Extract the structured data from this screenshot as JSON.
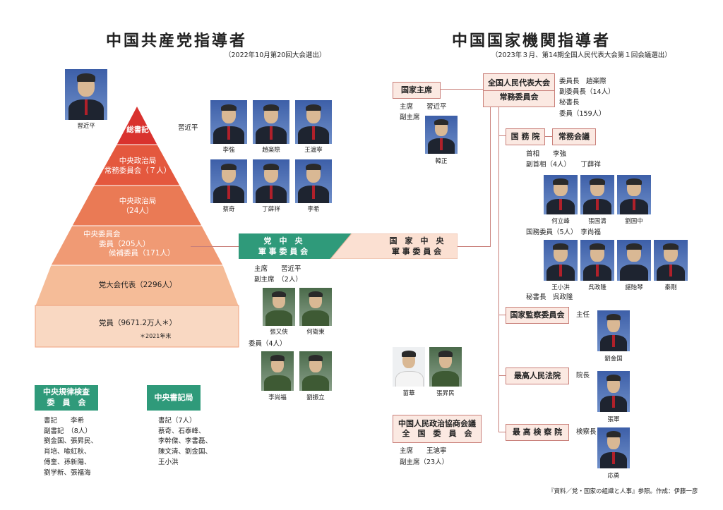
{
  "left": {
    "title": "中国共産党指導者",
    "subtitle": "（2022年10月第20回大会選出）",
    "xi_caption": "習近平",
    "pyramid": {
      "l1": "総書記",
      "l1_name": "習近平",
      "l2a": "中央政治局",
      "l2b": "常務委員会（７人）",
      "l3a": "中央政治局",
      "l3b": "（24人）",
      "l4a": "中央委員会",
      "l4b": "委員（205人）",
      "l4c": "候補委員（171人）",
      "l5": "党大会代表（2296人）",
      "l6": "党員（9671.2万人＊）",
      "l6_note": "＊2021年末"
    },
    "psc": [
      "李強",
      "趙楽際",
      "王滬寧",
      "蔡奇",
      "丁薛祥",
      "李希"
    ],
    "cmc": {
      "label1": "党　中　央",
      "label2": "軍 事 委 員 会",
      "chair_label": "主席",
      "chair": "習近平",
      "vice_label": "副主席",
      "vice_count": "（2人）",
      "vice": [
        "張又俠",
        "何衛東"
      ],
      "members_label": "委員",
      "members_count": "（4人）",
      "members": [
        "李尚福",
        "劉振立"
      ]
    },
    "discipline": {
      "label1": "中央規律検査",
      "label2": "委　員　会",
      "lines": [
        "書記　　李希",
        "副書記　（8人）",
        "劉金国、張昇民、",
        "肖培、喩紅秋、",
        "傅奎、孫新陽、",
        "劉学新、張福海"
      ]
    },
    "secretariat": {
      "label": "中央書記局",
      "lines": [
        "書記（7人）",
        "蔡奇、石泰峰、",
        "李幹傑、李書磊、",
        "陳文清、劉金国、",
        "王小洪"
      ]
    }
  },
  "right": {
    "title": "中国国家機関指導者",
    "subtitle": "（2023年３月、第14期全国人民代表大会第１回会議選出）",
    "president": {
      "label": "国家主席",
      "chair_label": "主席",
      "chair": "習近平",
      "vice_label": "副主席",
      "vice_name": "韓正"
    },
    "npc": {
      "label1": "全国人民代表大会",
      "label2": "常務委員会",
      "lines": [
        "委員長　趙楽際",
        "副委員長（14人）",
        "秘書長",
        "委員（159人）"
      ]
    },
    "state_council": {
      "label1": "国 務 院",
      "label2": "常務会議",
      "premier_label": "首相",
      "premier": "李強",
      "vice_label": "副首相（4人）",
      "vice_extra": "丁薛祥",
      "vice": [
        "何立峰",
        "張国清",
        "劉国中"
      ],
      "councilors_label": "国務委員（5人）",
      "councilors_extra": "李尚福",
      "councilors": [
        "王小洪",
        "呉政隆",
        "諶貽琴",
        "秦剛"
      ],
      "secgen": "秘書長　呉政隆"
    },
    "state_cmc": {
      "label1": "国　家　中　央",
      "label2": "軍 事 委 員 会"
    },
    "military_pair": [
      "苗華",
      "張昇民"
    ],
    "supervision": {
      "label": "国家監察委員会",
      "title": "主任",
      "name": "劉金国"
    },
    "court": {
      "label": "最高人民法院",
      "title": "院長",
      "name": "張軍"
    },
    "procuratorate": {
      "label": "最 高 検 察 院",
      "title": "検察長",
      "name": "応勇"
    },
    "cppcc": {
      "label1": "中国人民政治協商会議",
      "label2": "全　国　委　員　会",
      "chair_label": "主席",
      "chair": "王滬寧",
      "vice": "副主席（23人）"
    },
    "source": "『資料／党・国家の組織と人事』参照。作成：伊藤一彦"
  },
  "colors": {
    "l1": "#d9322e",
    "l2": "#e4583e",
    "l3": "#ea7a55",
    "l4": "#f09a74",
    "l5": "#f5bc98",
    "l6": "#f9d8c2",
    "green": "#2f9a7a",
    "box_border": "#c9807a",
    "box_fill": "#fbe9e2"
  }
}
